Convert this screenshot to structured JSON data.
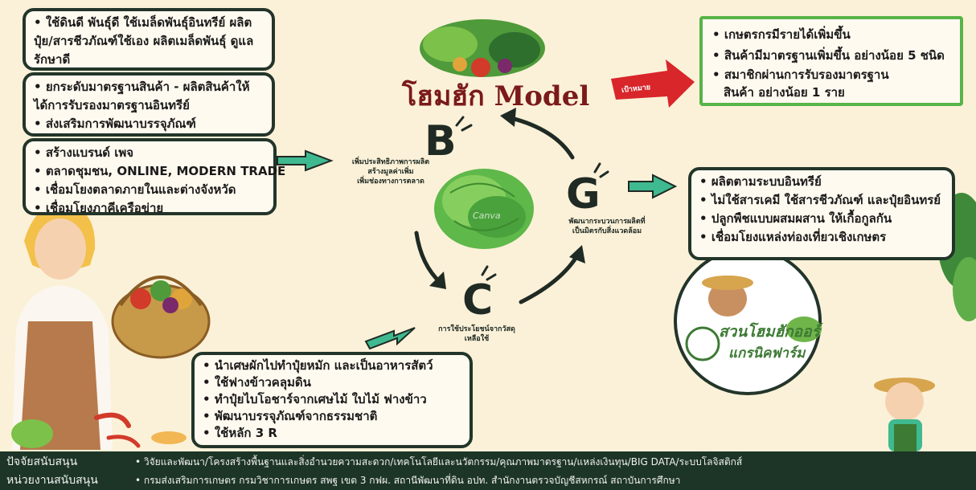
{
  "title": "โฮมฮัก Model",
  "goal_label": "เป้าหมาย",
  "goal_items": [
    "เกษตรกรมีรายได้เพิ่มขึ้น",
    "สินค้ามีมาตรฐานเพิ่มขึ้น อย่างน้อย 5 ชนิด",
    "สมาชิกผ่านการรับรองมาตรฐาน",
    "สินค้า อย่างน้อย 1 ราย"
  ],
  "left_box_1": [
    "ใช้ดินดี พันธุ์ดี ใช้เมล็ดพันธุ์อินทรีย์ ผลิตปุ๋ย/สารชีวภัณฑ์ใช้เอง ผลิตเมล็ดพันธุ์ ดูแลรักษาดี"
  ],
  "left_box_2": [
    "ยกระดับมาตรฐานสินค้า  - ผลิตสินค้าให้ได้การรับรองมาตรฐานอินทรีย์",
    "ส่งเสริมการพัฒนาบรรจุภัณฑ์"
  ],
  "left_box_3": [
    "สร้างแบรนด์ เพจ",
    "ตลาดชุมชน, ONLINE, MODERN TRADE",
    "เชื่อมโยงตลาดภายในและต่างจังหวัด",
    "เชื่อมโยงภาคีเครือข่าย"
  ],
  "right_box": [
    "ผลิตตามระบบอินทรีย์",
    "ไม่ใช้สารเคมี ใช้สารชีวภัณฑ์ และปุ๋ยอินทรย์",
    "ปลูกพืชแบบผสมผสาน ให้เกื้อกูลกัน",
    "เชื่อมโยงแหล่งท่องเที่ยวเชิงเกษตร"
  ],
  "bottom_box": [
    "นำเศษผักไปทำปุ๋ยหมัก  และเป็นอาหารสัตว์",
    "ใช้ฟางข้าวคลุมดิน",
    "ทำปุ๋ยไบโอชาร์จากเศษไม้ ใบไม้ ฟางข้าว",
    "พัฒนาบรรจุภัณฑ์จากธรรมชาติ",
    "ใช้หลัก 3 R"
  ],
  "cycle": {
    "b": {
      "letter": "B",
      "caption_lines": [
        "เพิ่มประสิทธิภาพการผลิต",
        "สร้างมูลค่าเพิ่ม",
        "เพิ่มช่องทางการตลาด"
      ]
    },
    "g": {
      "letter": "G",
      "caption_lines": [
        "พัฒนากระบวนการผลิตที่",
        "เป็นมิตรกับสิ่งแวดล้อม"
      ]
    },
    "c": {
      "letter": "C",
      "caption_lines": [
        "การใช้ประโยชน์จากวัสดุ",
        "เหลือใช้"
      ]
    }
  },
  "badge": {
    "line1": "สวนโฮมฮักออร์",
    "line2": "แกรนิคฟาร์ม"
  },
  "canva_watermark": "Canva",
  "bottom": {
    "support_factor_label": "ปัจจัยสนับสนุน",
    "support_factor_text": "• วิจัยและพัฒนา/โครงสร้างพื้นฐานและสิ่งอำนวยความสะดวก/เทคโนโลยีและนวัตกรรม/คุณภาพมาตรฐาน/แหล่งเงินทุน/BIG DATA/ระบบโลจิสติกส์",
    "support_agency_label": "หน่วยงานสนับสนุน",
    "support_agency_text": "• กรมส่งเสริมการเกษตร  กรมวิชาการเกษตร สพฐ เขต 3  กฟผ. สถานีพัฒนาที่ดิน  อปท. สำนักงานตรวจบัญชีสหกรณ์  สถาบันการศึกษา"
  },
  "colors": {
    "background": "#fbf1d8",
    "box_border": "#23352a",
    "goal_border": "#57b447",
    "arrow_green": "#3fb98f",
    "goal_arrow": "#d8262b",
    "title": "#7a1a1a",
    "bottom_bar": "#1d3526"
  }
}
